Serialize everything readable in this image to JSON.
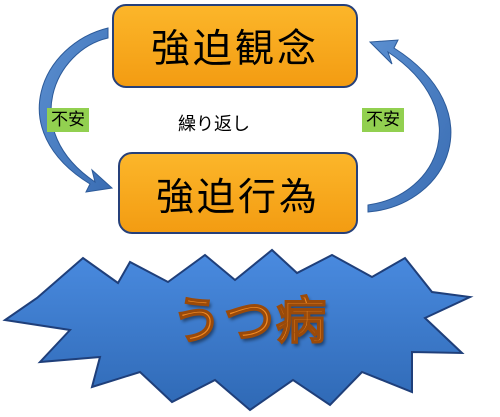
{
  "diagram": {
    "top_box": "強迫観念",
    "bottom_box": "強迫行為",
    "left_tag": "不安",
    "right_tag": "不安",
    "center_label": "繰り返し",
    "burst_label": "うつ病"
  },
  "colors": {
    "box_fill": "#f9a825",
    "box_border": "#26407a",
    "arrow": "#4f81bd",
    "tag_fill": "#92d050",
    "burst_fill": "#3f7fd0",
    "burst_border": "#1f3f7a",
    "burst_text": "#f08a24"
  }
}
